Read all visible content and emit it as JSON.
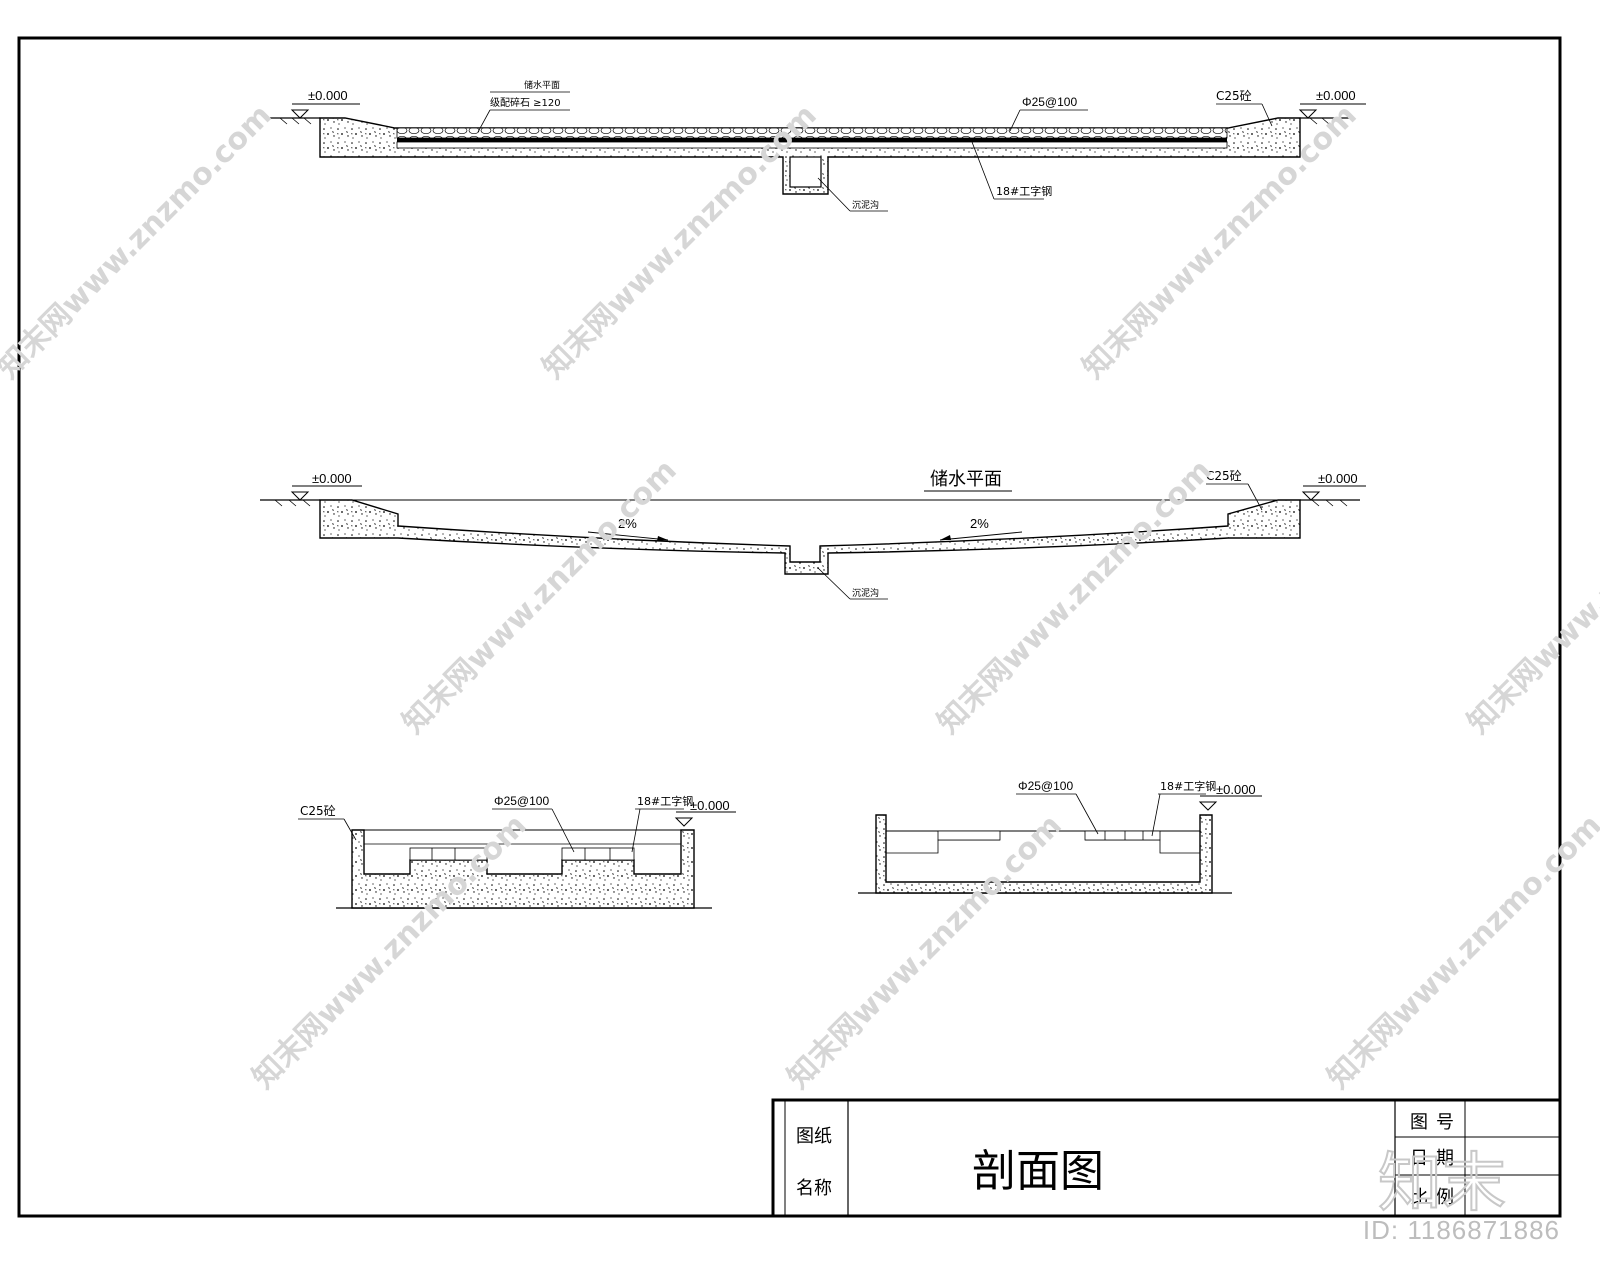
{
  "sections": {
    "top": {
      "level_left": "±0.000",
      "level_right": "±0.000",
      "water_level": "储水平面",
      "gravel": "级配碎石 ≥120",
      "rebar": "Φ25@100",
      "concrete": "C25砼",
      "beam": "18#工字钢",
      "trench": "沉泥沟"
    },
    "middle": {
      "level_left": "±0.000",
      "level_right": "±0.000",
      "water_level": "储水平面",
      "concrete": "C25砼",
      "slope_left": "2%",
      "slope_right": "2%",
      "trench": "沉泥沟"
    },
    "bottom_left": {
      "concrete": "C25砼",
      "rebar": "Φ25@100",
      "beam": "18#工字钢",
      "level": "±0.000"
    },
    "bottom_right": {
      "rebar": "Φ25@100",
      "beam": "18#工字钢",
      "level": "±0.000"
    }
  },
  "title_block": {
    "label_line1": "图纸",
    "label_line2": "名称",
    "drawing_name": "剖面图",
    "field_number": "图号",
    "field_date": "日期",
    "field_scale": "比例"
  },
  "watermarks": {
    "site_text": "知末网www.znzmo.com",
    "logo_text": "知末",
    "id_text": "ID: 1186871886"
  },
  "colors": {
    "line": "#000000",
    "watermark": "#d0d0d0"
  }
}
